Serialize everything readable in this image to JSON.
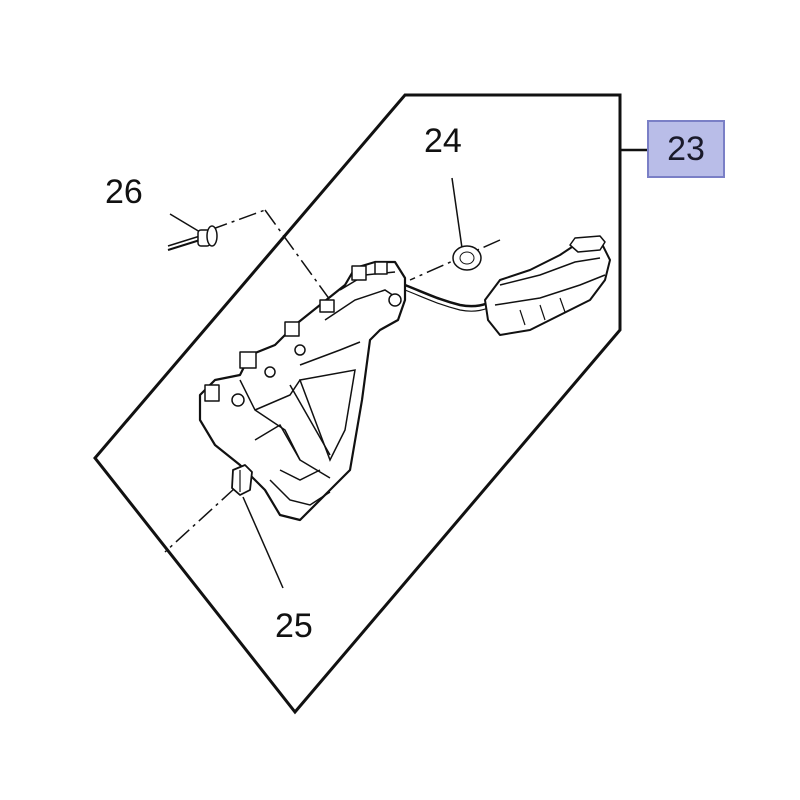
{
  "diagram": {
    "callouts": {
      "assembly": "23",
      "grommet": "24",
      "clip": "25",
      "rivet": "26"
    },
    "colors": {
      "highlight_fill": "#b9bde8",
      "highlight_border": "#7a7fc6",
      "line": "#111111"
    }
  }
}
